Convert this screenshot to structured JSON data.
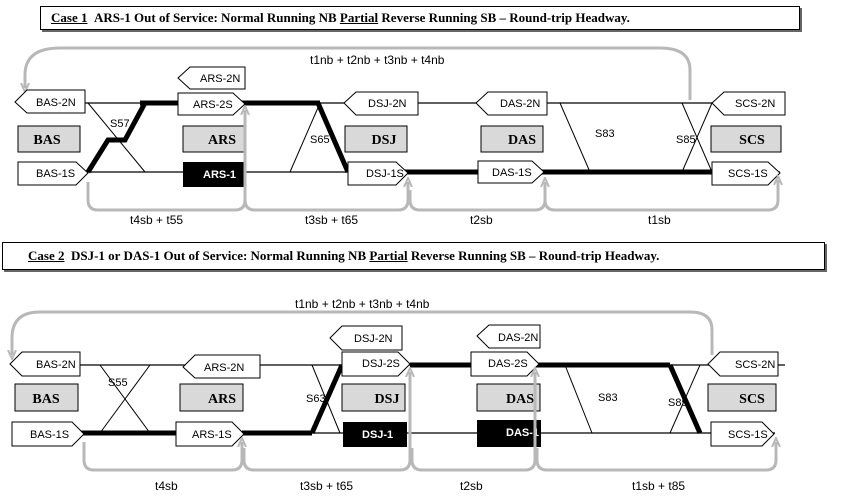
{
  "case1": {
    "case_label": "Case 1",
    "title_pre": "ARS-1 Out of Service: Normal Running NB ",
    "title_partial": "Partial",
    "title_post": " Reverse Running SB – Round-trip Headway.",
    "stations": [
      "BAS",
      "ARS",
      "DSJ",
      "DAS",
      "SCS"
    ],
    "platform_labels": {
      "bas_2n": "BAS-2N",
      "bas_1s": "BAS-1S",
      "ars_2n": "ARS-2N",
      "ars_2s": "ARS-2S",
      "ars_1": "ARS-1",
      "dsj_2n": "DSJ-2N",
      "dsj_1s": "DSJ-1S",
      "das_2n": "DAS-2N",
      "das_1s": "DAS-1S",
      "scs_2n": "SCS-2N",
      "scs_1s": "SCS-1S"
    },
    "crossovers": [
      "S57",
      "S65",
      "S83",
      "S85"
    ],
    "headways": {
      "top": "t1nb + t2nb + t3nb + t4nb",
      "seg1": "t4sb + t55",
      "seg2": "t3sb + t65",
      "seg3": "t2sb",
      "seg4": "t1sb"
    }
  },
  "case2": {
    "case_label": "Case 2",
    "title_pre": "DSJ-1 or DAS-1 Out of Service: Normal Running NB ",
    "title_partial": "Partial",
    "title_post": " Reverse Running SB – Round-trip Headway.",
    "stations": [
      "BAS",
      "ARS",
      "DSJ",
      "DAS",
      "SCS"
    ],
    "platform_labels": {
      "bas_2n": "BAS-2N",
      "bas_1s": "BAS-1S",
      "ars_2n": "ARS-2N",
      "ars_1s": "ARS-1S",
      "dsj_2n": "DSJ-2N",
      "dsj_2s": "DSJ-2S",
      "dsj_1": "DSJ-1",
      "das_2n": "DAS-2N",
      "das_2s": "DAS-2S",
      "das_1": "DAS-1",
      "scs_2n": "SCS-2N",
      "scs_1s": "SCS-1S"
    },
    "crossovers": [
      "S55",
      "S63",
      "S83",
      "S85"
    ],
    "headways": {
      "top": "t1nb + t2nb + t3nb + t4nb",
      "seg1": "t4sb",
      "seg2": "t3sb + t65",
      "seg3": "t2sb",
      "seg4": "t1sb + t85"
    }
  },
  "colors": {
    "arrow": "#b8b8b8",
    "station_box": "#d9d9d9",
    "out_of_service": "#000000"
  }
}
